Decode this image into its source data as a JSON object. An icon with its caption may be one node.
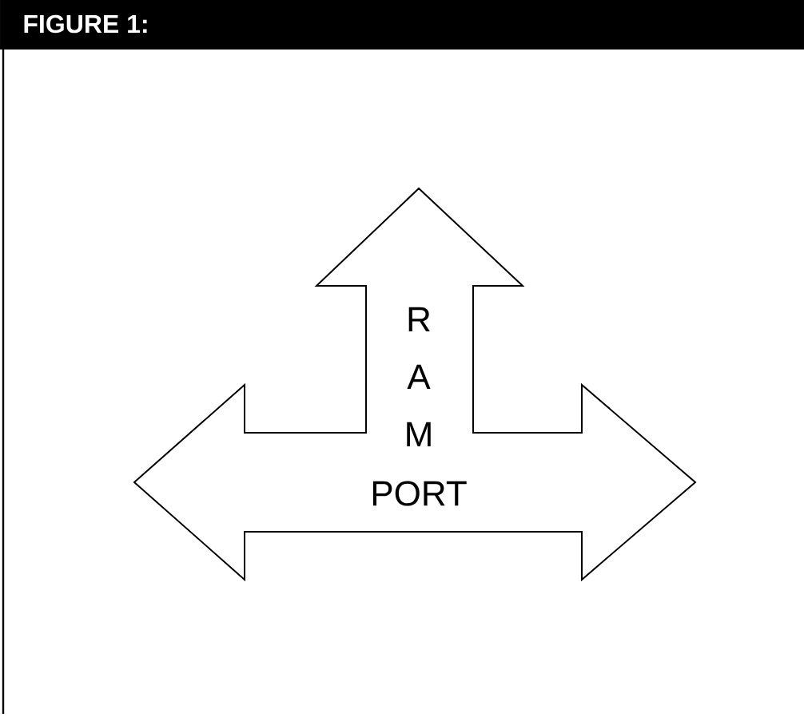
{
  "diagram": {
    "title": "FIGURE 1:",
    "nodes": [
      {
        "text": [
          "R A M",
          "PORT"
        ]
      }
    ]
  }
}
